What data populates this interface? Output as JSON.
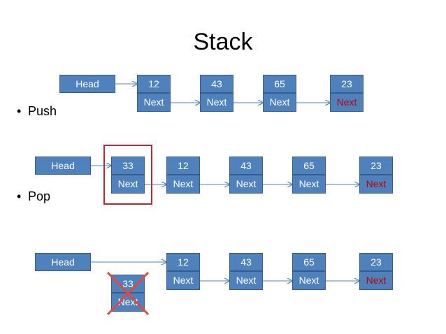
{
  "title": "Stack",
  "bullets": {
    "push": "Push",
    "pop": "Pop"
  },
  "labels": {
    "head": "Head",
    "next": "Next"
  },
  "rows": {
    "initial": {
      "values": [
        "12",
        "43",
        "65",
        "23"
      ]
    },
    "push": {
      "new_value": "33",
      "values": [
        "12",
        "43",
        "65",
        "23"
      ]
    },
    "pop": {
      "removed_value": "33",
      "values": [
        "12",
        "43",
        "65",
        "23"
      ]
    }
  },
  "colors": {
    "node_fill": "#4f81bd",
    "node_border": "#385d8a",
    "last_next_text": "#c00000",
    "highlight": "#c0262d",
    "cross": "#e04a3c"
  }
}
